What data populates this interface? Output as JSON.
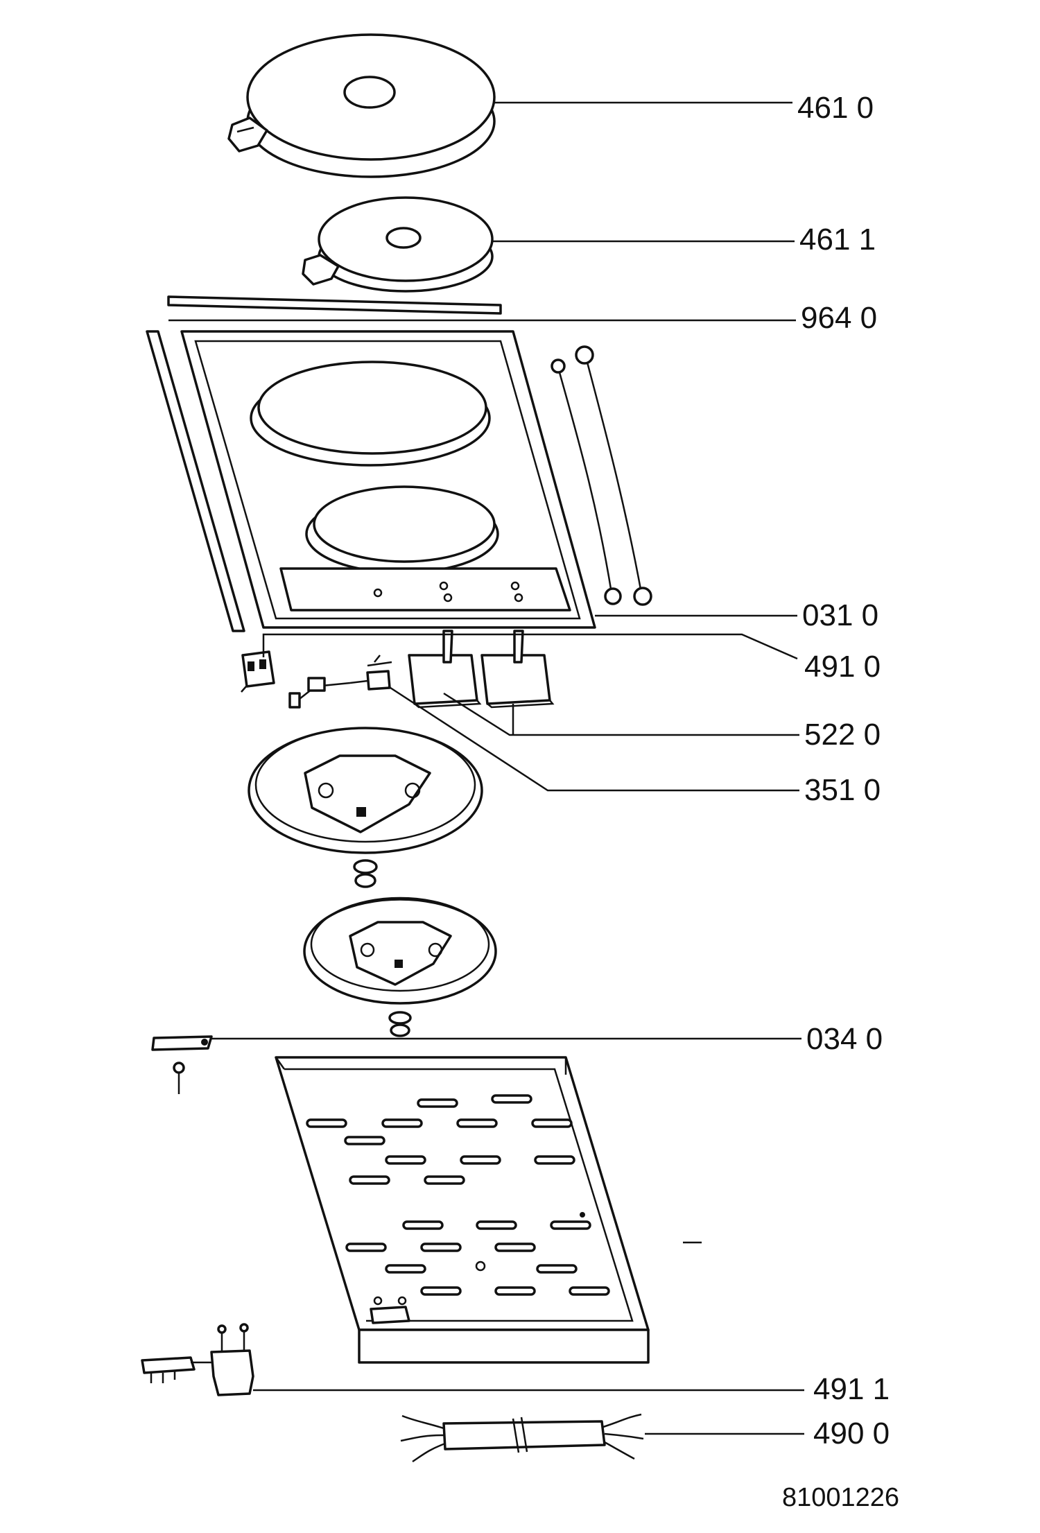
{
  "labels": [
    {
      "id": "l4610",
      "text": "461 0"
    },
    {
      "id": "l4611",
      "text": "461 1"
    },
    {
      "id": "l9640",
      "text": "964 0"
    },
    {
      "id": "l0310",
      "text": "031 0"
    },
    {
      "id": "l4910",
      "text": "491 0"
    },
    {
      "id": "l5220",
      "text": "522 0"
    },
    {
      "id": "l3510",
      "text": "351 0"
    },
    {
      "id": "l0340",
      "text": "034 0"
    },
    {
      "id": "l4911",
      "text": "491 1"
    },
    {
      "id": "l4900",
      "text": "490 0"
    }
  ],
  "drawing_number": "81001226"
}
